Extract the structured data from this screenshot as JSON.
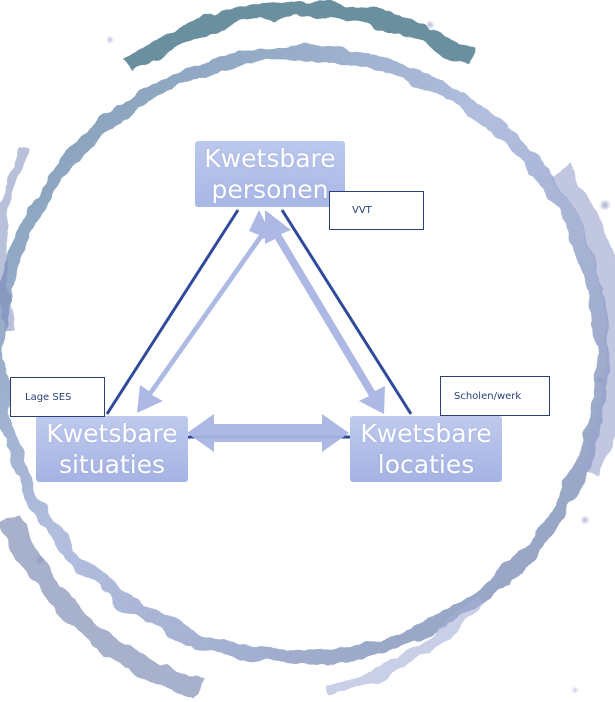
{
  "diagram": {
    "nodes": {
      "top": {
        "line1": "Kwetsbare",
        "line2": "personen"
      },
      "left": {
        "line1": "Kwetsbare",
        "line2": "situaties"
      },
      "right": {
        "line1": "Kwetsbare",
        "line2": "locaties"
      }
    },
    "tags": {
      "vvt": "VVT",
      "lage_ses": "Lage SES",
      "scholen_werk": "Scholen/werk"
    },
    "connections": [
      {
        "from": "top",
        "to": "left",
        "style": "double-arrow"
      },
      {
        "from": "top",
        "to": "right",
        "style": "double-arrow"
      },
      {
        "from": "left",
        "to": "right",
        "style": "double-arrow"
      }
    ]
  },
  "colors": {
    "node_fill": "#aebbe7",
    "arrow_fill": "#a9b6e3",
    "line": "#2f4a9a",
    "tag_border": "#2a3f7a",
    "ring": "#7e8fbe"
  }
}
